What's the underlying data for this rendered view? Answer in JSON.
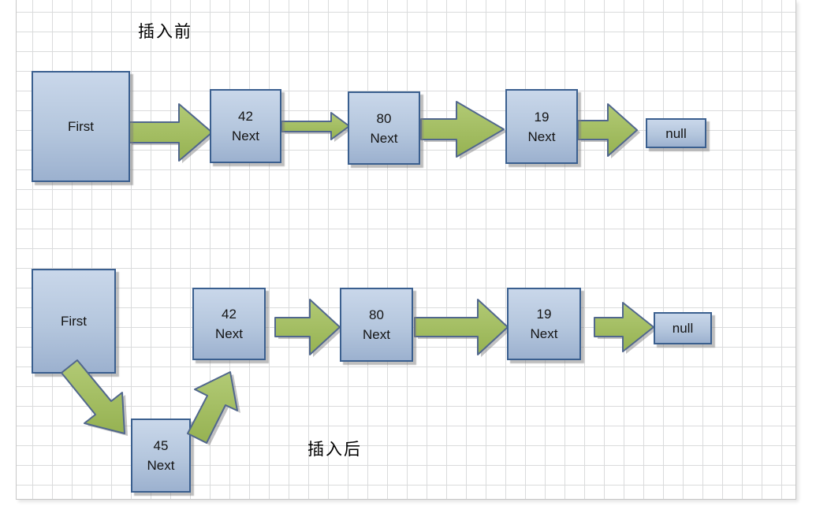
{
  "captions": {
    "before": "插入前",
    "after": "插入后"
  },
  "before": {
    "first": "First",
    "node1": {
      "value": "42",
      "pointer": "Next"
    },
    "node2": {
      "value": "80",
      "pointer": "Next"
    },
    "node3": {
      "value": "19",
      "pointer": "Next"
    },
    "terminal": "null"
  },
  "after": {
    "first": "First",
    "node1": {
      "value": "42",
      "pointer": "Next"
    },
    "node2": {
      "value": "80",
      "pointer": "Next"
    },
    "node3": {
      "value": "19",
      "pointer": "Next"
    },
    "inserted": {
      "value": "45",
      "pointer": "Next"
    },
    "terminal": "null"
  },
  "colors": {
    "node_fill_top": "#c9d7ea",
    "node_fill_bottom": "#9cb1cf",
    "node_border": "#3a5f8f",
    "arrow_fill_top": "#b2ca75",
    "arrow_fill_bottom": "#96b252",
    "arrow_border": "#51678d",
    "grid_line": "#dadbdc"
  }
}
